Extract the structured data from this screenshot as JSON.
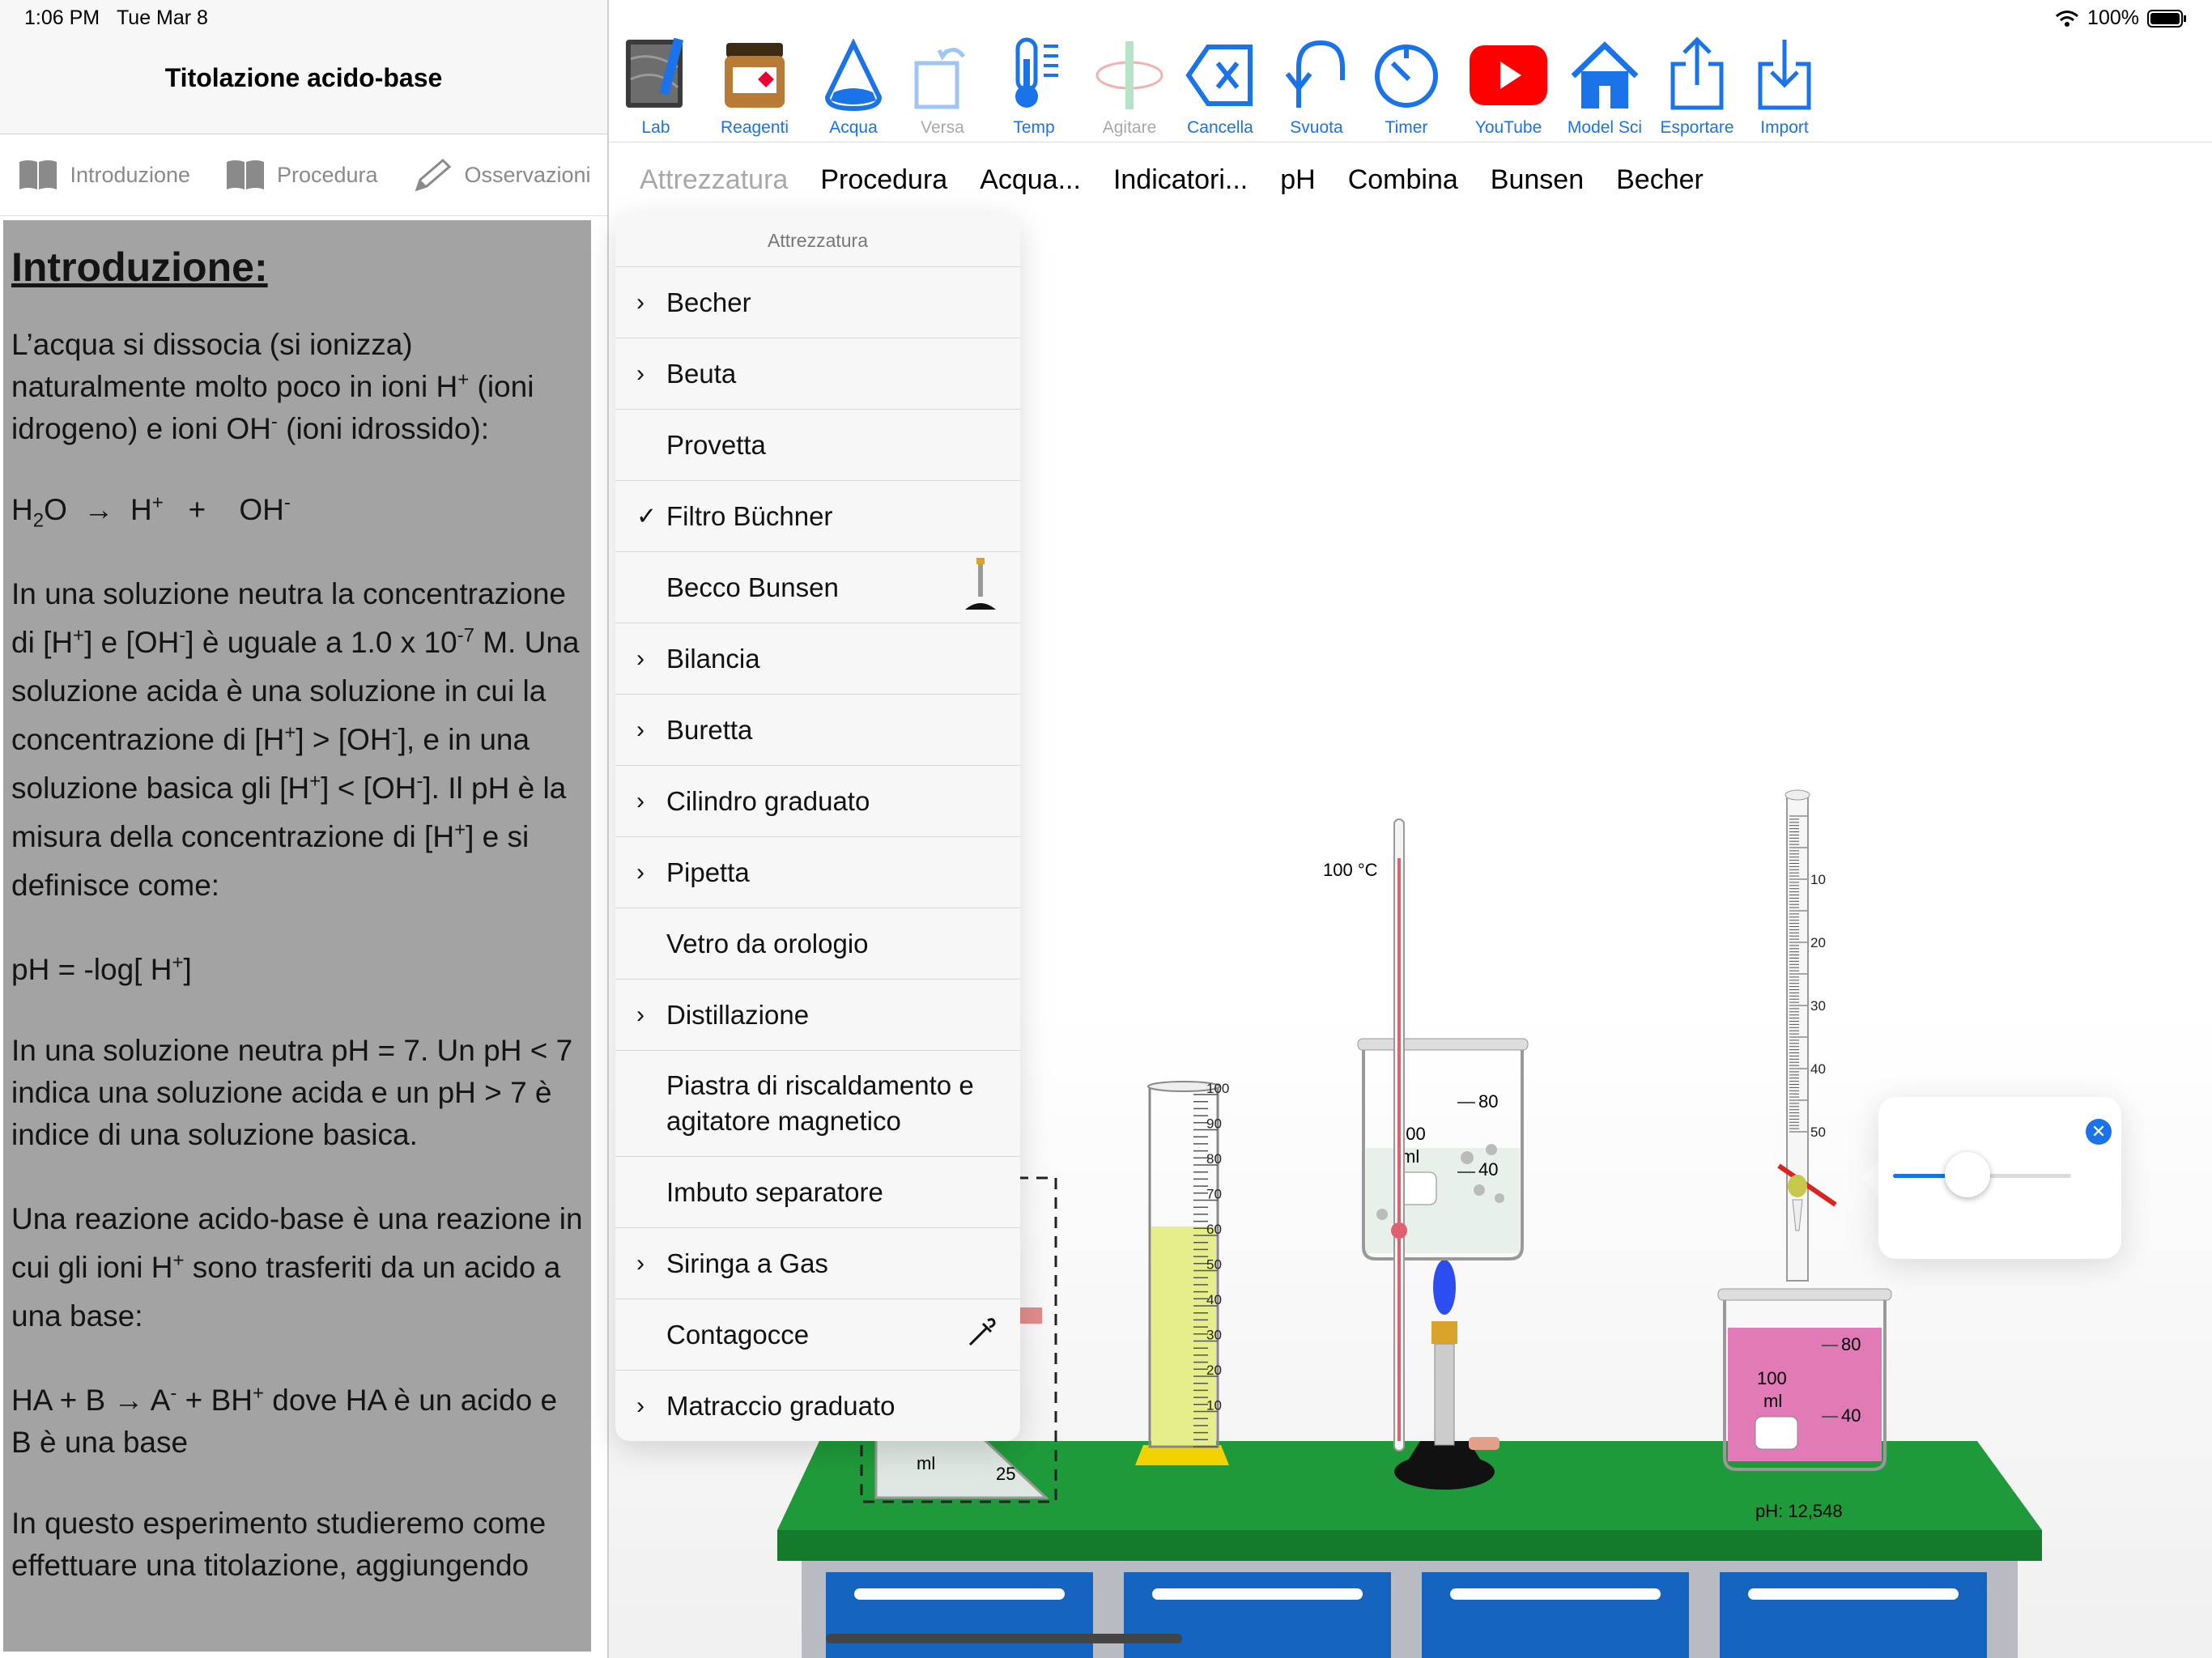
{
  "status": {
    "time": "1:06 PM",
    "date": "Tue Mar 8",
    "battery": "100%"
  },
  "document": {
    "title": "Titolazione acido-base",
    "tabs": [
      {
        "label": "Introduzione"
      },
      {
        "label": "Procedura"
      },
      {
        "label": "Osservazioni"
      }
    ],
    "heading": "Introduzione:",
    "p1a": "L’acqua si dissocia (si ionizza) naturalmente molto poco in ioni H",
    "p1b": " (ioni idrogeno) e ioni OH",
    "p1c": " (ioni idrossido):",
    "eq1": {
      "h": "H",
      "sub2": "2",
      "o": "O",
      "arrow": "→",
      "hplus": "H",
      "plus": "+",
      "oh": "OH"
    },
    "p2a": "In una soluzione neutra la concentrazione di [H",
    "p2b": "] e [OH",
    "p2c": "] è uguale a 1.0 x 10",
    "p2exp": "-7",
    "p2d": " M. Una soluzione acida è una soluzione in cui la concentrazione di [H",
    "p2e": "] > [OH",
    "p2f": "], e in una soluzione basica gli [H",
    "p2g": "] < [OH",
    "p2h": "]. Il pH è la misura della concentrazione di [H",
    "p2i": "] e si definisce come:",
    "eq2a": "pH = -log[ H",
    "eq2b": "]",
    "p3": "In una soluzione neutra pH = 7. Un pH < 7 indica una soluzione acida e un pH > 7 è indice di una soluzione basica.",
    "p4a": "Una reazione acido-base è una reazione in cui gli ioni H",
    "p4b": " sono trasferiti da un acido a una base:",
    "eq3a": "HA  +  B  →  A",
    "eq3b": "  +  BH",
    "eq3c": "     dove HA è un acido e B è una base",
    "p5": "In questo esperimento studieremo come effettuare una titolazione, aggiungendo",
    "sup_plus": "+",
    "sup_minus": "-"
  },
  "toolbar": [
    {
      "label": "Lab",
      "icon": "notebook-icon",
      "enabled": true
    },
    {
      "label": "Reagenti",
      "icon": "reagent-jar-icon",
      "enabled": true
    },
    {
      "label": "Acqua",
      "icon": "water-drop-icon",
      "enabled": true
    },
    {
      "label": "Versa",
      "icon": "pour-icon",
      "enabled": false
    },
    {
      "label": "Temp",
      "icon": "thermometer-icon",
      "enabled": true
    },
    {
      "label": "Agitare",
      "icon": "stir-icon",
      "enabled": false
    },
    {
      "label": "Cancella",
      "icon": "delete-icon",
      "enabled": true
    },
    {
      "label": "Svuota",
      "icon": "undo-arrow-icon",
      "enabled": true
    },
    {
      "label": "Timer",
      "icon": "timer-icon",
      "enabled": true
    },
    {
      "label": "YouTube",
      "icon": "youtube-icon",
      "enabled": true
    },
    {
      "label": "Model Sci",
      "icon": "home-icon",
      "enabled": true
    },
    {
      "label": "Esportare",
      "icon": "share-icon",
      "enabled": true
    },
    {
      "label": "Import",
      "icon": "import-icon",
      "enabled": true
    }
  ],
  "menubar": [
    "Attrezzatura",
    "Procedura",
    "Acqua...",
    "Indicatori...",
    "pH",
    "Combina",
    "Bunsen",
    "Becher"
  ],
  "dropdown": {
    "header": "Attrezzatura",
    "items": [
      {
        "label": "Becher",
        "mark": "›"
      },
      {
        "label": "Beuta",
        "mark": "›"
      },
      {
        "label": "Provetta",
        "mark": ""
      },
      {
        "label": "Filtro Büchner",
        "mark": "✓"
      },
      {
        "label": "Becco Bunsen",
        "mark": ""
      },
      {
        "label": "Bilancia",
        "mark": "›"
      },
      {
        "label": "Buretta",
        "mark": "›"
      },
      {
        "label": "Cilindro graduato",
        "mark": "›"
      },
      {
        "label": "Pipetta",
        "mark": "›"
      },
      {
        "label": "Vetro da orologio",
        "mark": ""
      },
      {
        "label": "Distillazione",
        "mark": "›"
      },
      {
        "label": "Piastra di riscaldamento e agitatore magnetico",
        "mark": ""
      },
      {
        "label": "Imbuto separatore",
        "mark": ""
      },
      {
        "label": "Siringa a Gas",
        "mark": "›"
      },
      {
        "label": "Contagocce",
        "mark": ""
      },
      {
        "label": "Matraccio graduato",
        "mark": "›"
      }
    ]
  },
  "scene": {
    "thermo_label": "100 °C",
    "ph_label": "pH: 12,548",
    "beaker_unit": "100",
    "ml": "ml",
    "cyl_ticks": [
      "100",
      "90",
      "80",
      "70",
      "60",
      "50",
      "40",
      "30",
      "20",
      "10"
    ],
    "burette_ticks": [
      "10",
      "20",
      "30",
      "40",
      "50"
    ],
    "beaker_a_ticks": [
      "80",
      "40"
    ],
    "beaker_b_ticks": [
      "80",
      "40"
    ],
    "flask_tick": "25",
    "slider_value": 0.42
  },
  "colors": {
    "accent": "#1a73e8",
    "bench": "#1f9a3a",
    "drawer": "#1565c0",
    "youtube": "#ff0000"
  }
}
